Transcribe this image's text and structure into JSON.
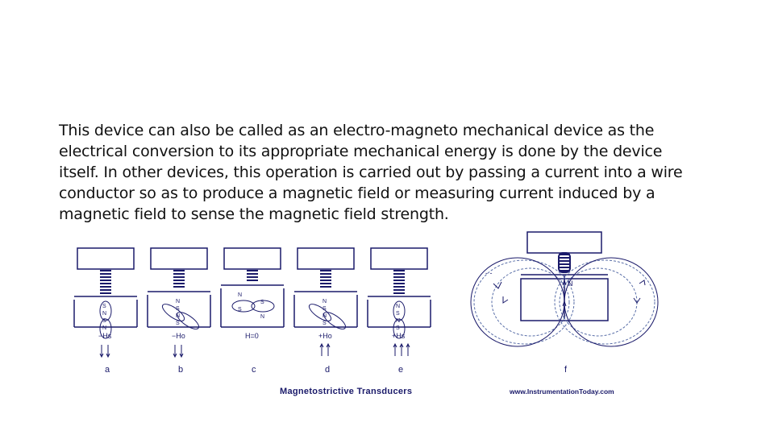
{
  "text": {
    "lines": [
      "This device can also be called as an electro-magneto mechanical device as the",
      "electrical conversion to its appropriate mechanical energy is done by the device",
      "itself. In other devices, this operation is carried out by passing a current into a wire",
      "conductor so as to produce a magnetic field or measuring current induced by a",
      "magnetic field to sense the magnetic field strength."
    ]
  },
  "figure": {
    "caption": "Magnetostrictive Transducers",
    "credit": "www.InstrumentationToday.com",
    "panels": [
      {
        "letter": "a",
        "field": "−Hs"
      },
      {
        "letter": "b",
        "field": "−Ho"
      },
      {
        "letter": "c",
        "field": "H=0"
      },
      {
        "letter": "d",
        "field": "+Ho"
      },
      {
        "letter": "e",
        "field": "+Hs"
      }
    ],
    "panel_f_letter": "f",
    "pole_labels": {
      "north": "N",
      "south": "S"
    },
    "colors": {
      "line": "#1a1a6a",
      "dashed": "#5a6fa8"
    }
  }
}
